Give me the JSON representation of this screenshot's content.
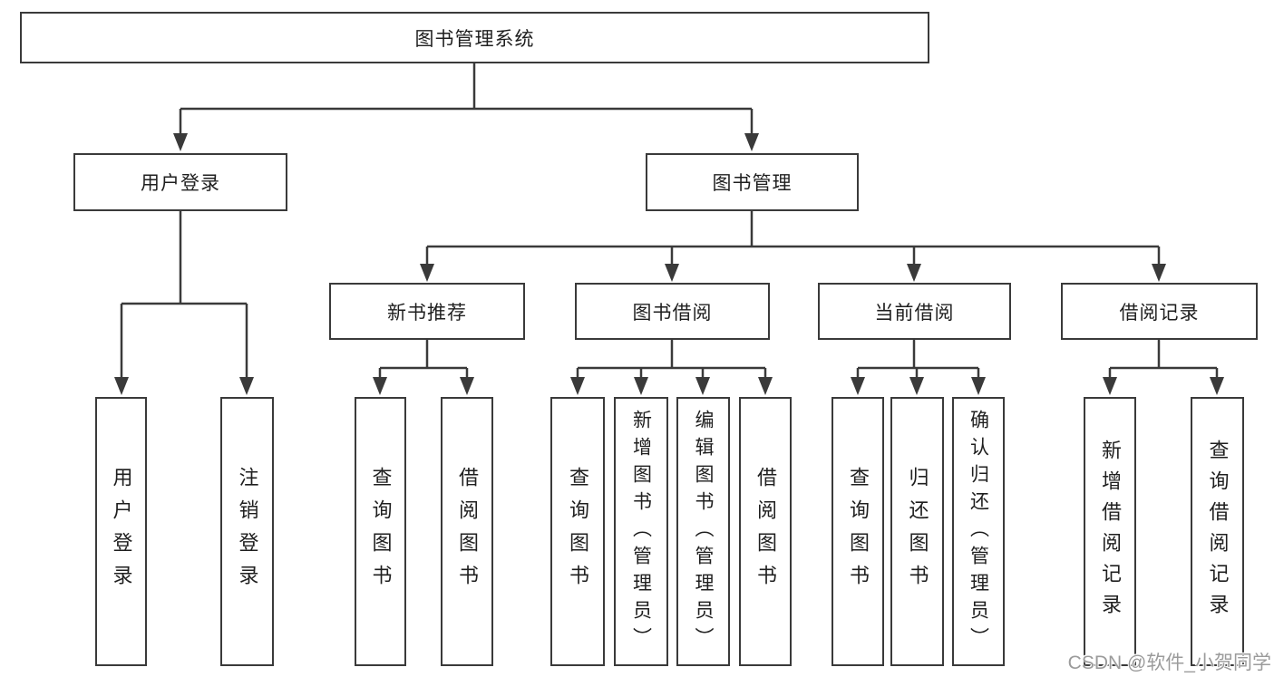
{
  "diagram": {
    "root": {
      "label": "图书管理系统"
    },
    "level2": [
      {
        "label": "用户登录"
      },
      {
        "label": "图书管理"
      }
    ],
    "level3": [
      {
        "label": "新书推荐"
      },
      {
        "label": "图书借阅"
      },
      {
        "label": "当前借阅"
      },
      {
        "label": "借阅记录"
      }
    ],
    "leaves": {
      "user_login": [
        "用户登录",
        "注销登录"
      ],
      "new_book_recommend": [
        "查询图书",
        "借阅图书"
      ],
      "book_borrow": [
        "查询图书",
        "新增图书（管理员）",
        "编辑图书（管理员）",
        "借阅图书"
      ],
      "current_borrow": [
        "查询图书",
        "归还图书",
        "确认归还（管理员）"
      ],
      "borrow_records": [
        "新增借阅记录",
        "查询借阅记录"
      ]
    }
  },
  "watermark": {
    "text": "CSDN @软件_小贺同学"
  },
  "colors": {
    "line": "#3a3a3a",
    "text": "#1f1f1f",
    "watermark": "#9b9b9b",
    "background": "#ffffff"
  }
}
